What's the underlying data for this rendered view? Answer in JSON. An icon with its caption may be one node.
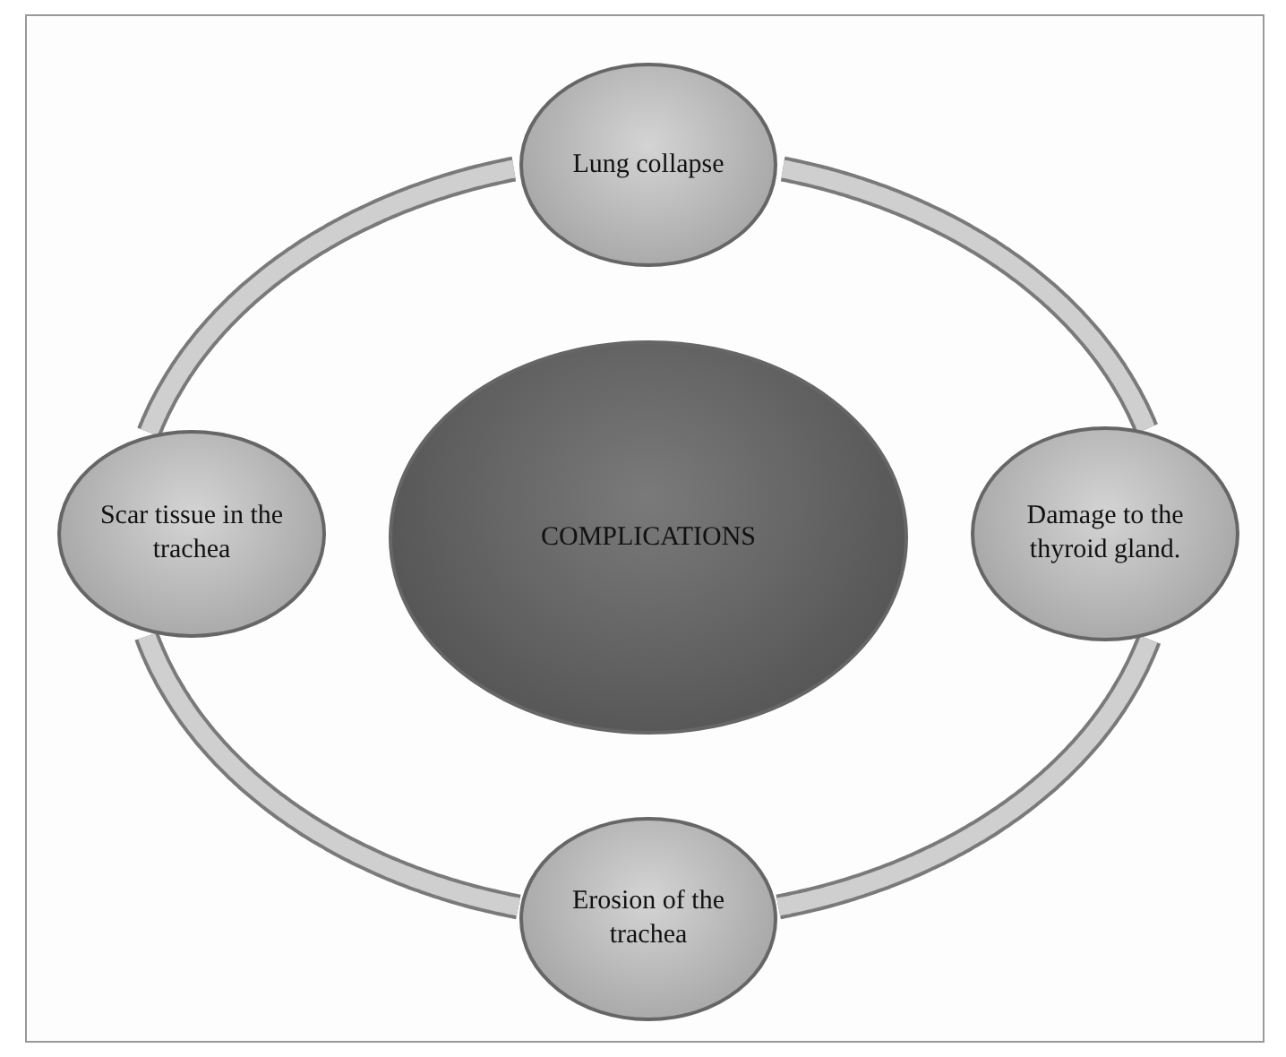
{
  "diagram": {
    "nodes": [
      {
        "text": [
          "Lung collapse"
        ]
      },
      {
        "text": [
          "Scar tissue in the trachea"
        ]
      },
      {
        "text": [
          "COMPLICATIONS"
        ]
      },
      {
        "text": [
          "Damage to the thyroid gland."
        ]
      },
      {
        "text": [
          "Erosion of the trachea"
        ]
      }
    ],
    "edges": [
      {
        "from": 0,
        "to": 3,
        "arrow": "none"
      },
      {
        "from": 3,
        "to": 4,
        "arrow": "none"
      },
      {
        "from": 4,
        "to": 1,
        "arrow": "none"
      },
      {
        "from": 1,
        "to": 0,
        "arrow": "none"
      }
    ]
  }
}
